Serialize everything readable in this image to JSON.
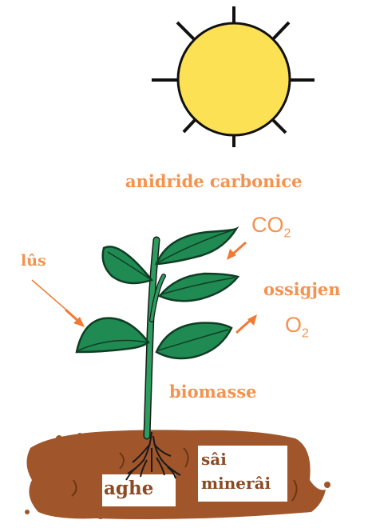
{
  "labels": {
    "carbon_dioxide_name": "anidride carbonice",
    "co2_main": "CO",
    "co2_sub": "2",
    "light": "lûs",
    "oxygen_name": "ossigjen",
    "o2_main": "O",
    "o2_sub": "2",
    "biomass": "biomasse",
    "water": "aghe",
    "salts_line1": "sâi",
    "salts_line2": "minerâi"
  },
  "colors": {
    "label_orange": "#f4924f",
    "arrow_orange": "#f07a34",
    "sun_yellow": "#fce155",
    "leaf_green": "#1f8a52",
    "soil_brown": "#a0562a"
  }
}
